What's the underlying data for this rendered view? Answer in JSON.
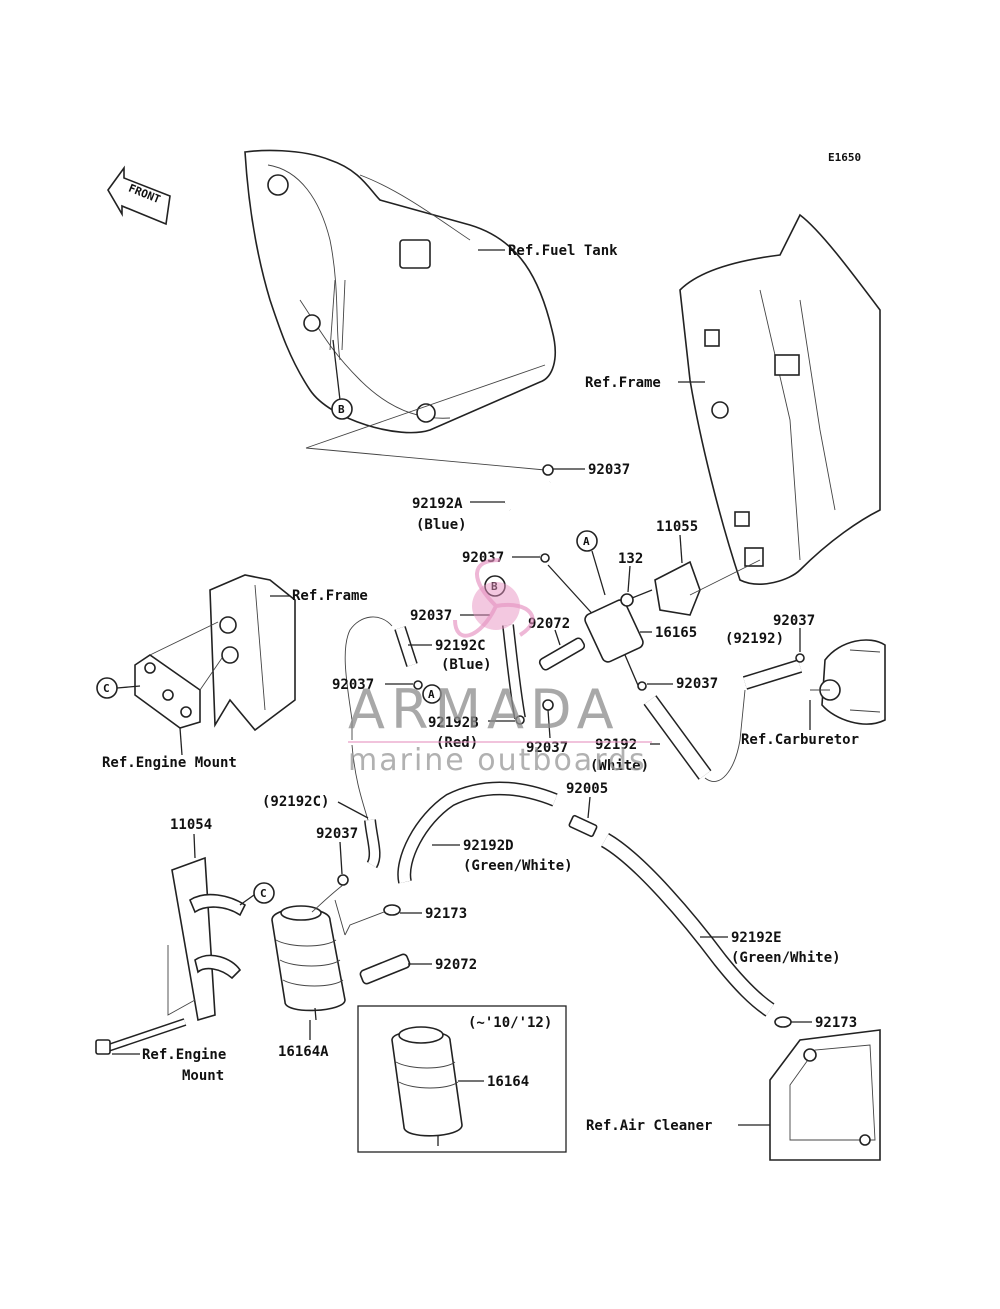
{
  "diagram_code": "E1650",
  "front_label": "FRONT",
  "watermark": {
    "brand": "ARMADA",
    "tagline": "marine outboards",
    "accent_color": "#e58fbf"
  },
  "callouts": {
    "a": "A",
    "b": "B",
    "c": "C"
  },
  "labels": {
    "ref_fuel_tank": "Ref.Fuel Tank",
    "ref_frame_right": "Ref.Frame",
    "ref_frame_left": "Ref.Frame",
    "ref_engine_mount_top": "Ref.Engine Mount",
    "ref_carburetor": "Ref.Carburetor",
    "ref_engine_mount_bottom_1": "Ref.Engine",
    "ref_engine_mount_bottom_2": "Mount",
    "ref_air_cleaner": "Ref.Air Cleaner",
    "p92037_top": "92037",
    "p92192a": "92192A",
    "p92192a_color": "(Blue)",
    "p92037_mid": "92037",
    "p11055": "11055",
    "p132": "132",
    "p92037_b": "92037",
    "p92192c": "92192C",
    "p92192c_color": "(Blue)",
    "p92072_top": "92072",
    "p16165": "16165",
    "p92037_right": "92037",
    "p92192_paren": "(92192)",
    "p92037_left": "92037",
    "p92037_carb": "92037",
    "p92192b": "92192B",
    "p92192b_color": "(Red)",
    "p92037_red": "92037",
    "p92192_white": "92192",
    "p92192_white_color": "(White)",
    "p92192c_paren": "(92192C)",
    "p92005": "92005",
    "p11054": "11054",
    "p92037_can": "92037",
    "p92192d": "92192D",
    "p92192d_color": "(Green/White)",
    "p92173_mid": "92173",
    "p92072_bottom": "92072",
    "p92192e": "92192E",
    "p92192e_color": "(Green/White)",
    "p92173_bottom": "92173",
    "p16164a": "16164A",
    "inset_note": "(~'10/'12)",
    "p16164": "16164"
  }
}
